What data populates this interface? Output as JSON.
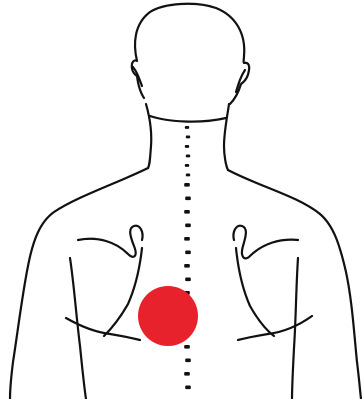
{
  "diagram": {
    "subject": "human-back-outline",
    "view": "posterior",
    "colors": {
      "outline": "#111111",
      "background": "#ffffff",
      "pain_marker": "#e8222c"
    },
    "markers": [
      {
        "name": "pain-area",
        "shape": "filled-circle",
        "side": "left-of-spine",
        "region": "upper-back"
      }
    ]
  }
}
